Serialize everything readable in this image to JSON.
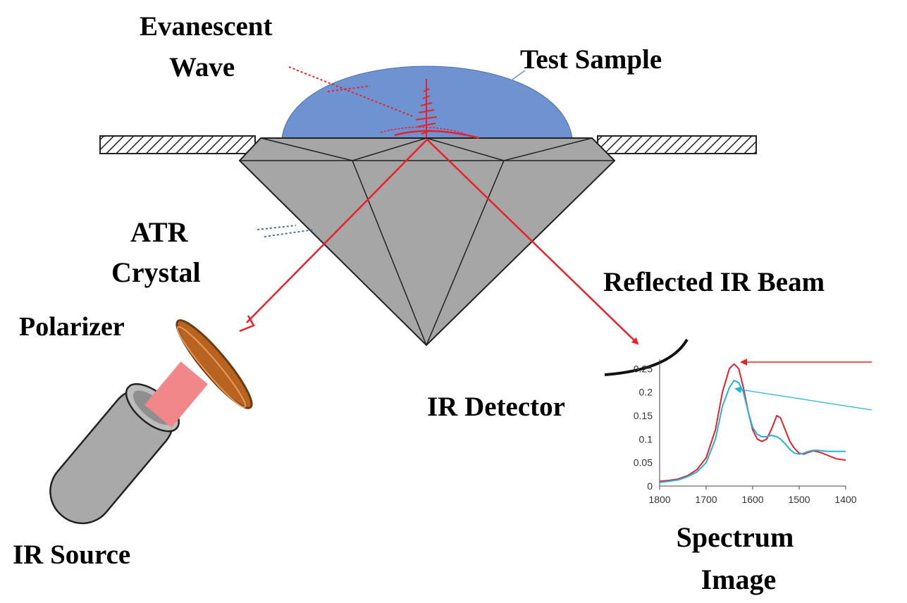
{
  "labels": {
    "evanescent_wave": [
      "Evanescent",
      "Wave"
    ],
    "test_sample": "Test Sample",
    "atr_crystal": [
      "ATR",
      "Crystal"
    ],
    "reflected_ir_beam": "Reflected IR Beam",
    "polarizer": "Polarizer",
    "ir_detector": "IR Detector",
    "ir_source": "IR Source",
    "spectrum_image": [
      "Spectrum",
      "Image"
    ]
  },
  "colors": {
    "sample": "#6f93d1",
    "crystal": "#a6a6a6",
    "beam": "#e8202a",
    "polarizer": "#b8631f",
    "source_body": "#a9a9a9",
    "source_glow": "#f2878a",
    "series_red": "#e8202a",
    "series_cyan": "#22b4d8"
  },
  "chart_data": {
    "type": "line",
    "x_ticks": [
      1800,
      1700,
      1600,
      1500,
      1400
    ],
    "y_ticks": [
      "0",
      "0.05",
      "0.1",
      "0.15",
      "0.2",
      "0.25"
    ],
    "xlim": [
      1800,
      1400
    ],
    "ylim": [
      0,
      0.27
    ],
    "x_reversed": true,
    "series": [
      {
        "color": "#e8202a",
        "x": [
          1800,
          1780,
          1760,
          1740,
          1720,
          1700,
          1680,
          1665,
          1650,
          1640,
          1630,
          1620,
          1610,
          1600,
          1590,
          1580,
          1570,
          1560,
          1548,
          1540,
          1530,
          1520,
          1510,
          1500,
          1490,
          1480,
          1470,
          1460,
          1450,
          1440,
          1430,
          1420,
          1400
        ],
        "y": [
          0.01,
          0.012,
          0.015,
          0.022,
          0.035,
          0.06,
          0.12,
          0.2,
          0.25,
          0.26,
          0.25,
          0.21,
          0.16,
          0.12,
          0.1,
          0.095,
          0.1,
          0.12,
          0.15,
          0.145,
          0.12,
          0.095,
          0.08,
          0.07,
          0.068,
          0.072,
          0.075,
          0.073,
          0.07,
          0.066,
          0.062,
          0.058,
          0.055
        ]
      },
      {
        "color": "#22b4d8",
        "x": [
          1800,
          1780,
          1760,
          1740,
          1720,
          1700,
          1680,
          1665,
          1650,
          1640,
          1630,
          1620,
          1610,
          1600,
          1590,
          1580,
          1570,
          1560,
          1548,
          1540,
          1530,
          1520,
          1510,
          1500,
          1490,
          1480,
          1470,
          1460,
          1450,
          1440,
          1430,
          1420,
          1400
        ],
        "y": [
          0.008,
          0.01,
          0.013,
          0.02,
          0.03,
          0.05,
          0.1,
          0.17,
          0.21,
          0.225,
          0.22,
          0.2,
          0.16,
          0.125,
          0.11,
          0.105,
          0.105,
          0.108,
          0.105,
          0.1,
          0.09,
          0.078,
          0.07,
          0.068,
          0.07,
          0.074,
          0.076,
          0.076,
          0.075,
          0.074,
          0.074,
          0.074,
          0.074
        ]
      }
    ]
  }
}
